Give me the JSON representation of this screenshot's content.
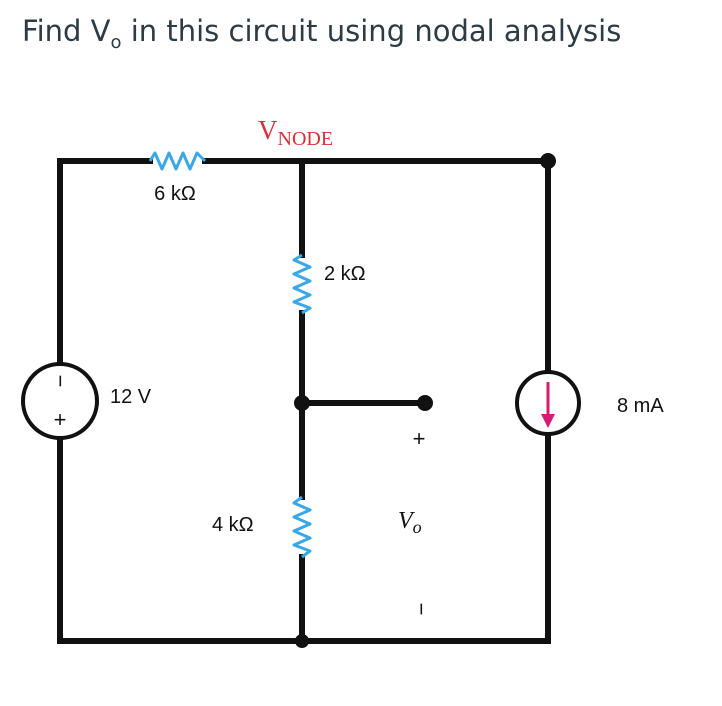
{
  "question": {
    "prefix": "Find V",
    "subscript": "o",
    "suffix": " in this circuit using nodal analysis"
  },
  "circuit": {
    "node_label": {
      "main": "V",
      "sub": "NODE"
    },
    "resistors": {
      "r1": "6 kΩ",
      "r2": "2 kΩ",
      "r3": "4 kΩ"
    },
    "voltage_source": {
      "value": "12 V",
      "top_sign": "−",
      "bottom_sign": "+"
    },
    "current_source": {
      "value": "8 mA"
    },
    "output": {
      "label": "V",
      "sub": "o",
      "plus": "+",
      "minus": "−"
    },
    "colors": {
      "wire": "#111111",
      "resistor": "#3aa7e6",
      "node_label": "#d6303b",
      "current_arrow": "#d81b72"
    }
  }
}
